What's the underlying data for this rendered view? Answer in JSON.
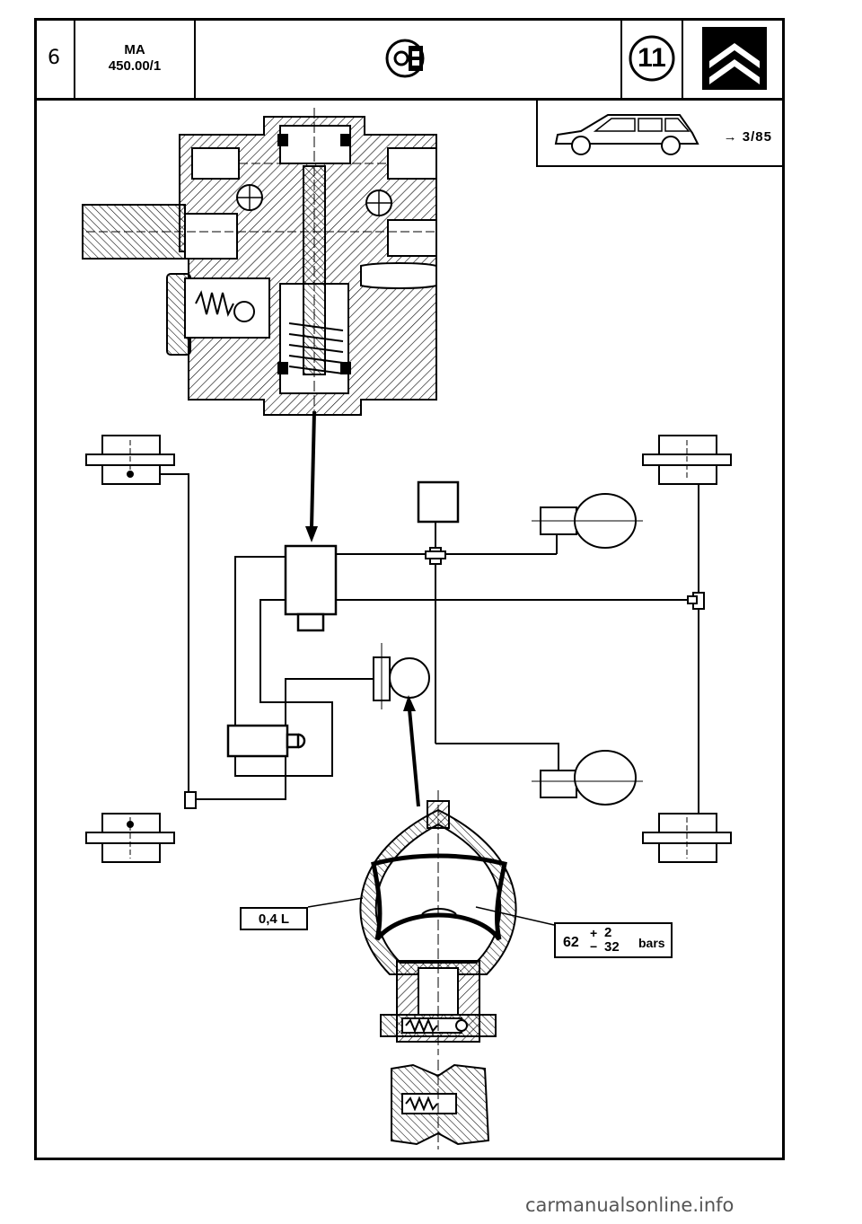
{
  "header": {
    "page_number": "6",
    "doc_code": "MA",
    "doc_ref": "450.00/1",
    "section_icon": "brake-disc-icon",
    "section_number": "11",
    "brand_icon": "citroen-chevrons-logo"
  },
  "applicability": {
    "vehicle_icon": "estate-car-icon",
    "date_text": "→ 3/85"
  },
  "diagram": {
    "accumulator_volume": "0,4 L",
    "pressure": {
      "value": "62",
      "plus_minus": "+\n−",
      "tolerance_upper": "2",
      "tolerance_lower": "32",
      "unit": "bars"
    }
  },
  "watermark": "carmanualsonline.info"
}
